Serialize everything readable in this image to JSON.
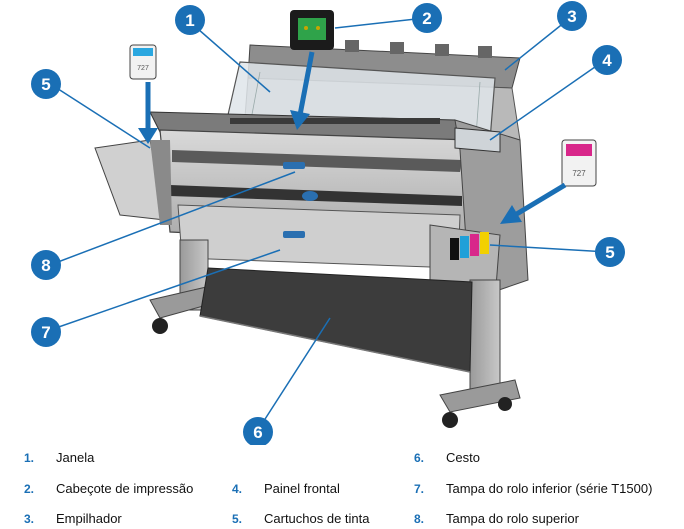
{
  "figure": {
    "accent_color": "#1a6fb5",
    "callouts": [
      "1",
      "2",
      "3",
      "4",
      "5",
      "5",
      "6",
      "7",
      "8"
    ],
    "cartridge_labels": [
      "727",
      "727"
    ]
  },
  "legend": {
    "items": [
      {
        "num": "1.",
        "label": "Janela"
      },
      {
        "num": "2.",
        "label": "Cabeçote de impressão"
      },
      {
        "num": "3.",
        "label": "Empilhador"
      },
      {
        "num": "4.",
        "label": "Painel frontal"
      },
      {
        "num": "5.",
        "label": "Cartuchos de tinta"
      },
      {
        "num": "6.",
        "label": "Cesto"
      },
      {
        "num": "7.",
        "label": "Tampa do rolo inferior (série T1500)"
      },
      {
        "num": "8.",
        "label": "Tampa do rolo superior"
      }
    ]
  }
}
